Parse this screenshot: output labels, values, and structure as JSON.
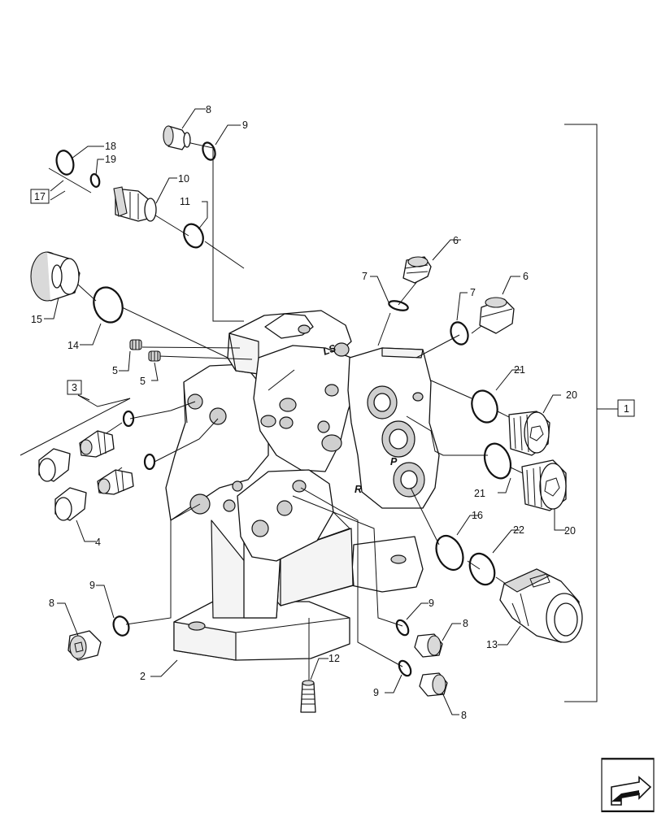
{
  "callouts": {
    "c1": "1",
    "c2": "2",
    "c3": "3",
    "c4": "4",
    "c5a": "5",
    "c5b": "5",
    "c6a": "6",
    "c6b": "6",
    "c7a": "7",
    "c7b": "7",
    "c8a": "8",
    "c8b": "8",
    "c8c": "8",
    "c8d": "8",
    "c9a": "9",
    "c9b": "9",
    "c9c": "9",
    "c9d": "9",
    "c10": "10",
    "c11": "11",
    "c12": "12",
    "c13": "13",
    "c14": "14",
    "c15": "15",
    "c16": "16",
    "c17": "17",
    "c18": "18",
    "c19": "19",
    "c20a": "20",
    "c20b": "20",
    "c21a": "21",
    "c21b": "21",
    "c22": "22"
  },
  "port_marks": {
    "ls": "LS",
    "p": "P",
    "r": "R"
  },
  "icons": {
    "nav": "next-page-arrow-icon"
  }
}
